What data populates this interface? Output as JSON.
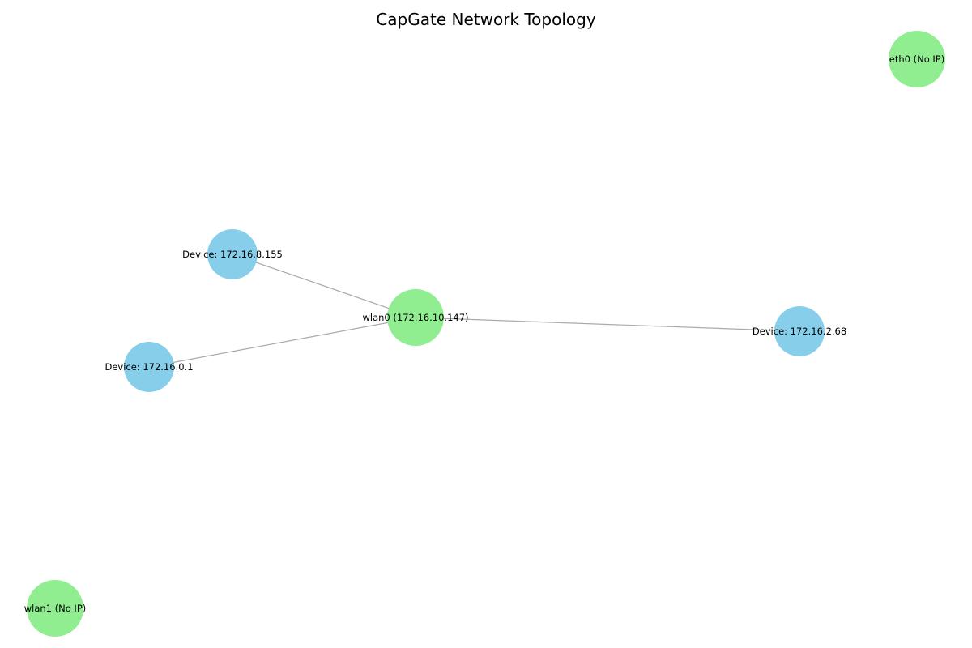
{
  "title": "CapGate Network Topology",
  "colors": {
    "interface": "#90ee90",
    "device": "#87ceeb",
    "edge": "#aaaaaa"
  },
  "nodes": [
    {
      "id": "wlan0",
      "label": "wlan0 (172.16.10.147)",
      "kind": "interface"
    },
    {
      "id": "eth0",
      "label": "eth0 (No IP)",
      "kind": "interface"
    },
    {
      "id": "wlan1",
      "label": "wlan1 (No IP)",
      "kind": "interface"
    },
    {
      "id": "dev_8_155",
      "label": "Device: 172.16.8.155",
      "kind": "device"
    },
    {
      "id": "dev_0_1",
      "label": "Device: 172.16.0.1",
      "kind": "device"
    },
    {
      "id": "dev_2_68",
      "label": "Device: 172.16.2.68",
      "kind": "device"
    }
  ],
  "edges": [
    {
      "source": "wlan0",
      "target": "dev_8_155"
    },
    {
      "source": "wlan0",
      "target": "dev_0_1"
    },
    {
      "source": "wlan0",
      "target": "dev_2_68"
    }
  ]
}
